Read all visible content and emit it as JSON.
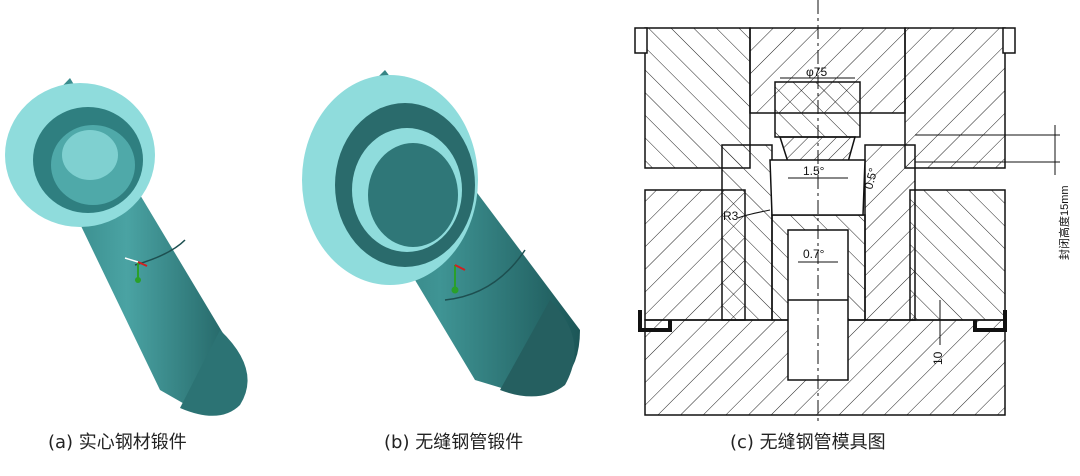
{
  "captions": {
    "a": "(a) 实心钢材锻件",
    "b": "(b) 无缝钢管锻件",
    "c": "(c) 无缝钢管模具图"
  },
  "drawing_labels": {
    "dia": "φ75",
    "taper_top": "1.5°",
    "taper_right": "0.5°",
    "radius": "R3",
    "taper_bottom": "0.7°",
    "offset": "10",
    "seal_height": "封闭高度15mm"
  },
  "colors": {
    "forging_face": "#8fdcdc",
    "forging_body": "#3a8e8e",
    "forging_dark": "#1f5f60"
  }
}
